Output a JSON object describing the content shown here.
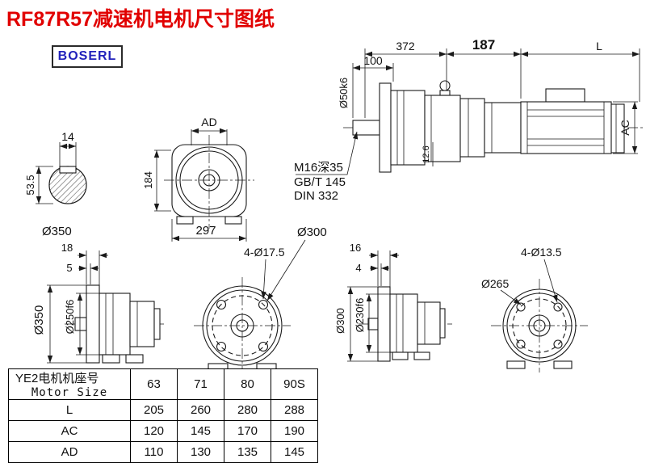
{
  "page": {
    "title": "RF87R57减速机电机尺寸图纸",
    "logo_text": "BOSERL",
    "colors": {
      "title_red": "#e10000",
      "logo_blue": "#2222bb",
      "line": "#1a1a1a"
    }
  },
  "main_view": {
    "dim_372": "372",
    "dim_187": "187",
    "dim_l": "L",
    "dim_100": "100",
    "shaft_dia": "Ø50k6",
    "dim_ac": "AC",
    "dim_12_6": "12.6",
    "thread_note_line1": "M16深35",
    "thread_note_line2": "GB/T 145",
    "thread_note_line3": "DIN 332"
  },
  "shaft_section": {
    "dim_14": "14",
    "dim_53_5": "53.5",
    "dia_350": "Ø350"
  },
  "front_view": {
    "dim_ad": "AD",
    "dim_184": "184",
    "dim_297": "297",
    "bolt_circle_dia": "Ø300"
  },
  "left_flange_unit": {
    "dim_18": "18",
    "dim_5": "5",
    "flange_dia": "Ø350",
    "spigot_dia": "Ø250f6",
    "holes": "4-Ø17.5"
  },
  "right_flange_unit": {
    "dim_16": "16",
    "dim_4": "4",
    "flange_dia": "Ø300",
    "spigot_dia": "Ø230f6",
    "bolt_circle_dia": "Ø265",
    "holes": "4-Ø13.5"
  },
  "table": {
    "header_cn": "YE2电机机座号",
    "header_en": "Motor Size",
    "sizes": [
      "63",
      "71",
      "80",
      "90S"
    ],
    "rows": [
      {
        "label": "L",
        "values": [
          "205",
          "260",
          "280",
          "288"
        ]
      },
      {
        "label": "AC",
        "values": [
          "120",
          "145",
          "170",
          "190"
        ]
      },
      {
        "label": "AD",
        "values": [
          "110",
          "130",
          "135",
          "145"
        ]
      }
    ]
  }
}
